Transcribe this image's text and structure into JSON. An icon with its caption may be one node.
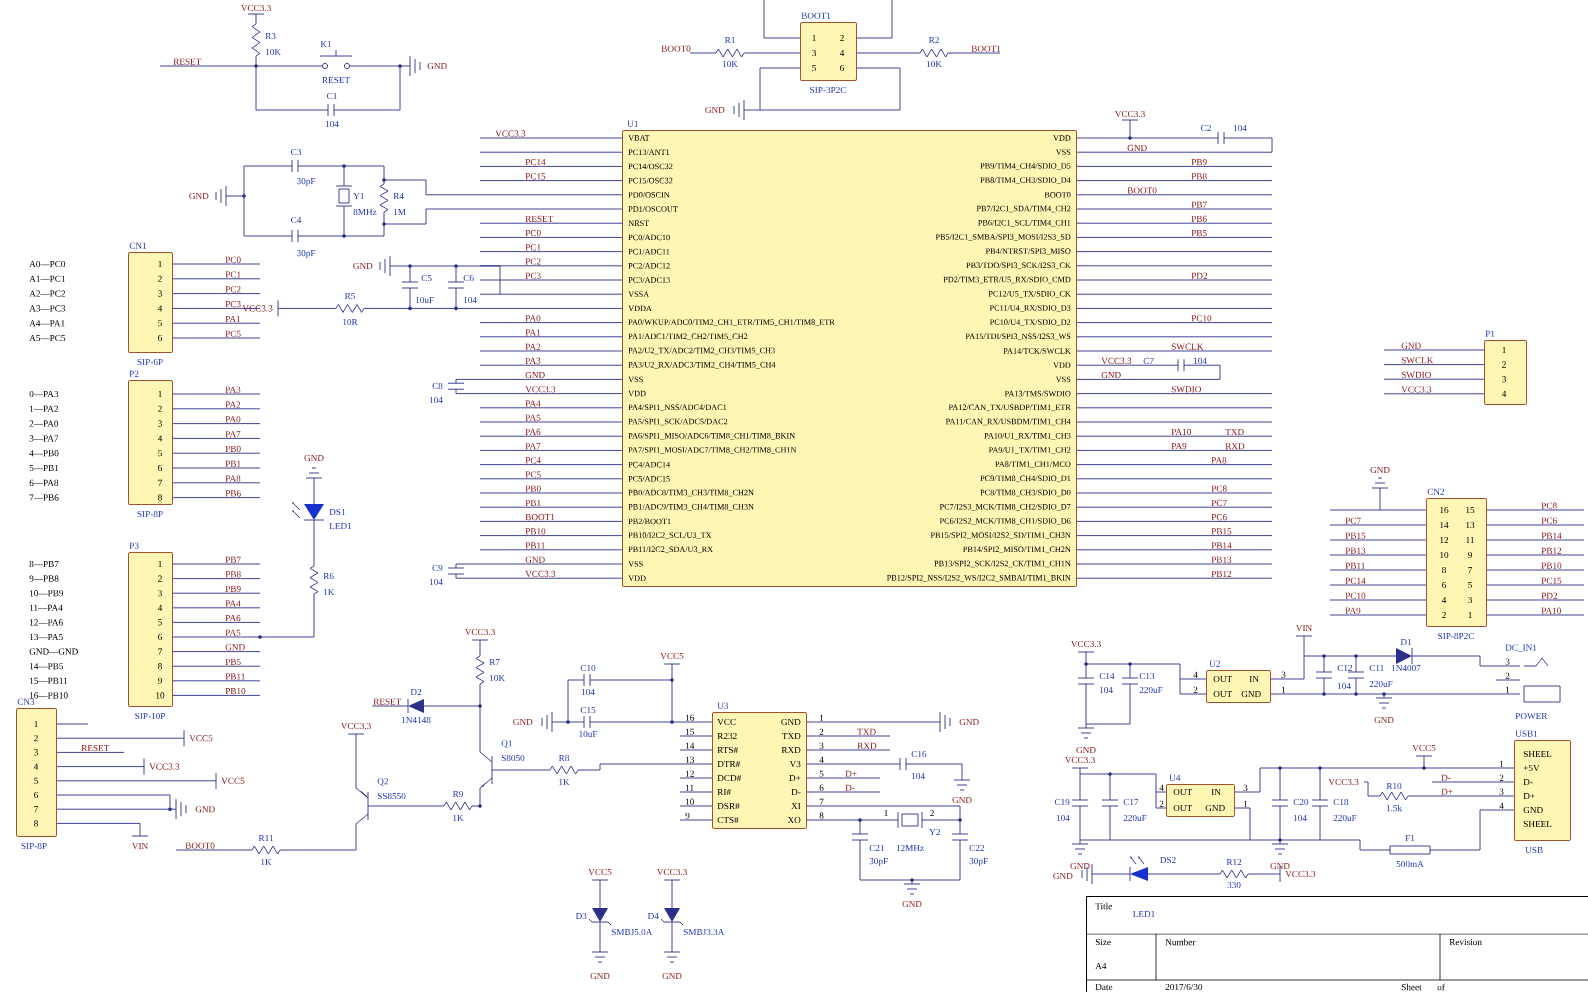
{
  "diagram": {
    "nodes": [
      {
        "text": [
          "U1",
          "VBAT",
          "PC13/ANT1",
          "PC14/OSC32",
          "PC15/OSC32",
          "PD0/OSCIN",
          "PD1/OSCOUT",
          "NRST",
          "PC0/ADC10",
          "PC1/ADC11",
          "PC2/ADC12",
          "PC3/ADC13",
          "VSSA",
          "VDDA",
          "PA0/WKUP/ADC0/TIM2_CH1_ETR/TIM5_CH1/TIM8_ETR",
          "PA1/ADC1/TIM2_CH2/TIM5_CH2",
          "PA2/U2_TX/ADC2/TIM2_CH3/TIM5_CH3",
          "PA3/U2_RX/ADC3/TIM2_CH4/TIM5_CH4",
          "VSS",
          "VDD",
          "PA4/SPI1_NSS/ADC4/DAC1",
          "PA5/SPI1_SCK/ADC5/DAC2",
          "PA6/SPI1_MISO/ADC6/TIM8_CH1/TIM8_BKIN",
          "PA7/SPI1_MOSI/ADC7/TIM8_CH2/TIM8_CH1N",
          "PC4/ADC14",
          "PC5/ADC15",
          "PB0/ADC8/TIM3_CH3/TIM8_CH2N",
          "PB1/ADC9/TIM3_CH4/TIM8_CH3N",
          "PB2/BOOT1",
          "PB10/I2C2_SCL/U3_TX",
          "PB11/I2C2_SDA/U3_RX",
          "VSS",
          "VDD",
          "VDD",
          "VSS",
          "PB9/TIM4_CH4/SDIO_D5",
          "PB8/TIM4_CH3/SDIO_D4",
          "BOOT0",
          "PB7/I2C1_SDA/TIM4_CH2",
          "PB6/I2C1_SCL/TIM4_CH1",
          "PB5/I2C1_SMBA/SPI3_MOSI/I2S3_SD",
          "PB4/NTRST/SPI3_MISO",
          "PB3/TDO/SPI3_SCK/I2S3_CK",
          "PD2/TIM3_ETR/U5_RX/SDIO_CMD",
          "PC12/U5_TX/SDIO_CK",
          "PC11/U4_RX/SDIO_D3",
          "PC10/U4_TX/SDIO_D2",
          "PA15/TDI/SPI3_NSS/I2S3_WS",
          "PA14/TCK/SWCLK",
          "VDD",
          "VSS",
          "PA13/TMS/SWDIO",
          "PA12/CAN_TX/USBDP/TIM1_ETR",
          "PA11/CAN_RX/USBDM/TIM1_CH4",
          "PA10/U1_RX/TIM1_CH3",
          "PA9/U1_TX/TIM1_CH2",
          "PA8/TIM1_CH1/MCO",
          "PC9/TIM8_CH4/SDIO_D1",
          "PC8/TIM8_CH3/SDIO_D0",
          "PC7/I2S3_MCK/TIM8_CH2/SDIO_D7",
          "PC6/I2S2_MCK/TIM8_CH1/SDIO_D6",
          "PB15/SPI2_MOSI/I2S2_SD/TIM1_CH3N",
          "PB14/SPI2_MISO/TIM1_CH2N",
          "PB13/SPI2_SCK/I2S2_CK/TIM1_CH1N",
          "PB12/SPI2_NSS/I2S2_WS/I2C2_SMBAI/TIM1_BKIN"
        ]
      },
      {
        "text": [
          "BOOT1",
          "1",
          "2",
          "3",
          "4",
          "5",
          "6"
        ],
        "beside": [
          "SIP-3P2C"
        ]
      },
      {
        "text": [
          "CN1",
          "1",
          "2",
          "3",
          "4",
          "5",
          "6"
        ],
        "beside": [
          "SIP-6P"
        ]
      },
      {
        "text": [
          "P2",
          "1",
          "2",
          "3",
          "4",
          "5",
          "6",
          "7",
          "8"
        ],
        "beside": [
          "SIP-8P"
        ]
      },
      {
        "text": [
          "P3",
          "1",
          "2",
          "3",
          "4",
          "5",
          "6",
          "7",
          "8",
          "9",
          "10"
        ],
        "beside": [
          "SIP-10P"
        ]
      },
      {
        "text": [
          "CN3",
          "1",
          "2",
          "3",
          "4",
          "5",
          "6",
          "7",
          "8"
        ],
        "beside": [
          "SIP-8P"
        ]
      },
      {
        "text": [
          "U3",
          "VCC",
          "R232",
          "RTS#",
          "DTR#",
          "DCD#",
          "RI#",
          "DSR#",
          "CTS#",
          "GND",
          "TXD",
          "RXD",
          "V3",
          "D+",
          "D-",
          "XI",
          "XO"
        ]
      },
      {
        "text": [
          "P1",
          "1",
          "2",
          "3",
          "4"
        ]
      },
      {
        "text": [
          "CN2",
          "16",
          "15",
          "14",
          "13",
          "12",
          "11",
          "10",
          "9",
          "8",
          "7",
          "6",
          "5",
          "4",
          "3",
          "2",
          "1"
        ],
        "beside": [
          "SIP-8P2C"
        ]
      },
      {
        "text": [
          "U2",
          "OUT",
          "IN",
          "OUT",
          "GND"
        ],
        "beside": [
          "4",
          "2",
          "3",
          "1"
        ]
      },
      {
        "text": [
          "U4",
          "OUT",
          "IN",
          "OUT",
          "GND"
        ],
        "beside": [
          "4",
          "2",
          "3",
          "1"
        ]
      },
      {
        "text": [
          "USB1",
          "SHEEL",
          "+5V",
          "D-",
          "D+",
          "GND",
          "SHEEL"
        ],
        "beside": [
          "USB"
        ]
      },
      {
        "text": [
          "Title",
          "Size",
          "A4",
          "Number",
          "Revision",
          "Date",
          "2017/6/30",
          "Sheet",
          "of"
        ]
      }
    ],
    "edges": [
      {
        "from": 10,
        "to": 11,
        "arrow": "none"
      }
    ],
    "labels": [
      "VCC3.3",
      "R3",
      "10K",
      "RESET",
      "K1",
      "RESET",
      "GND",
      "C1",
      "104",
      "BOOT0",
      "R1",
      "10K",
      "R2",
      "10K",
      "BOOT1",
      "GND",
      "GND",
      "C3",
      "30pF",
      "Y1",
      "8MHz",
      "R4",
      "1M",
      "C4",
      "30pF",
      "VCC3.3",
      "PC14",
      "PC15",
      "RESET",
      "PC0",
      "PC1",
      "PC2",
      "PC3",
      "PA0",
      "PA1",
      "PA2",
      "PA3",
      "GND",
      "VCC3.3",
      "PA4",
      "PA5",
      "PA6",
      "PA7",
      "PC4",
      "PC5",
      "PB0",
      "PB1",
      "BOOT1",
      "PB10",
      "PB11",
      "GND",
      "VCC3.3",
      "GND",
      "C5",
      "10uF",
      "C6",
      "104",
      "VCC3.3",
      "R5",
      "10R",
      "C8",
      "104",
      "C9",
      "104",
      "A0—PC0",
      "A1—PC1",
      "A2—PC2",
      "A3—PC3",
      "A4—PA1",
      "A5—PC5",
      "PC0",
      "PC1",
      "PC2",
      "PC3",
      "PA1",
      "PC5",
      "0—PA3",
      "1—PA2",
      "2—PA0",
      "3—PA7",
      "4—PB0",
      "5—PB1",
      "6—PA8",
      "7—PB6",
      "PA3",
      "PA2",
      "PA0",
      "PA7",
      "PB0",
      "PB1",
      "PA8",
      "PB6",
      "GND",
      "DS1",
      "LED1",
      "R6",
      "1K",
      "8—PB7",
      "9—PB8",
      "10—PB9",
      "11—PA4",
      "12—PA6",
      "13—PA5",
      "GND—GND",
      "14—PB5",
      "15—PB11",
      "16—PB10",
      "PB7",
      "PB8",
      "PB9",
      "PA4",
      "PA6",
      "PA5",
      "GND",
      "PB5",
      "PB11",
      "PB10",
      "VCC5",
      "RESET",
      "VCC3.3",
      "VCC5",
      "GND",
      "VIN",
      "VCC3.3",
      "Q2",
      "SS8550",
      "BOOT0",
      "R11",
      "1K",
      "R9",
      "1K",
      "VCC3.3",
      "R7",
      "10K",
      "RESET",
      "D2",
      "1N4148",
      "Q1",
      "S8050",
      "R8",
      "1K",
      "C10",
      "104",
      "C15",
      "10uF",
      "VCC5",
      "GND",
      "16",
      "15",
      "14",
      "13",
      "12",
      "11",
      "10",
      "9",
      "1",
      "2",
      "3",
      "4",
      "5",
      "6",
      "7",
      "8",
      "GND",
      "TXD",
      "RXD",
      "C16",
      "104",
      "GND",
      "D+",
      "D-",
      "1",
      "2",
      "Y2",
      "C21",
      "12MHz",
      "C22",
      "30pF",
      "30pF",
      "GND",
      "VCC5",
      "D3",
      "SMBJ5.0A",
      "GND",
      "VCC3.3",
      "D4",
      "SMBJ3.3A",
      "GND",
      "VCC3.3",
      "C2",
      "104",
      "GND",
      "PB9",
      "PB8",
      "BOOT0",
      "PB7",
      "PB6",
      "PB5",
      "PD2",
      "PC10",
      "SWCLK",
      "VCC3.3",
      "C7",
      "104",
      "GND",
      "SWDIO",
      "PA10",
      "TXD",
      "PA9",
      "RXD",
      "PA8",
      "PC8",
      "PC7",
      "PC6",
      "PB15",
      "PB14",
      "PB13",
      "PB12",
      "GND",
      "SWCLK",
      "SWDIO",
      "VCC3.3",
      "GND",
      "PC7",
      "PB15",
      "PB13",
      "PB11",
      "PC14",
      "PC10",
      "PA9",
      "PC8",
      "PC6",
      "PB14",
      "PB12",
      "PB10",
      "PC15",
      "PD2",
      "PA10",
      "VCC3.3",
      "C14",
      "104",
      "C13",
      "220uF",
      "GND",
      "VIN",
      "C12",
      "104",
      "C11",
      "220uF",
      "GND",
      "D1",
      "1N4007",
      "DC_IN1",
      "3",
      "2",
      "1",
      "POWER",
      "VCC3.3",
      "C19",
      "104",
      "C17",
      "220uF",
      "GND",
      "C20",
      "104",
      "C18",
      "220uF",
      "GND",
      "VCC5",
      "VCC3.3",
      "R10",
      "1.5k",
      "D-",
      "D+",
      "1",
      "2",
      "3",
      "4",
      "F1",
      "500mA",
      "GND",
      "DS2",
      "LED1",
      "R12",
      "330",
      "VCC3.3"
    ]
  }
}
